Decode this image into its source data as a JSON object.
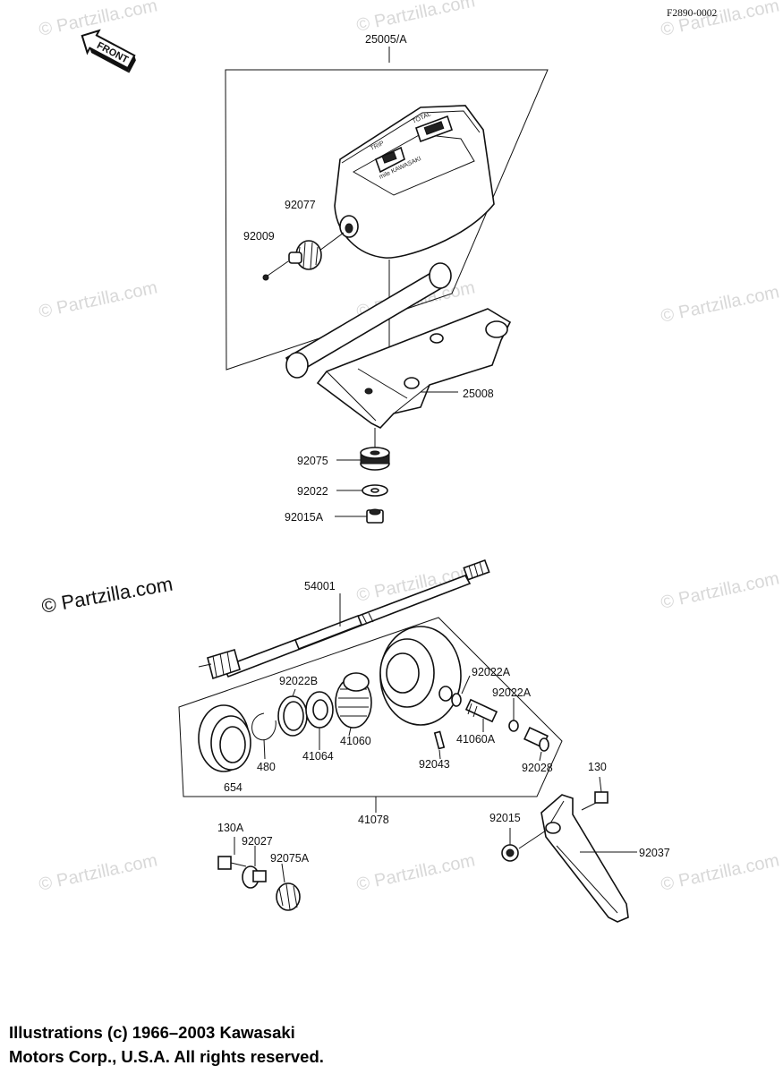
{
  "figure_id": "F2890-0002",
  "front_label": "FRONT",
  "watermark": "© Partzilla.com",
  "dial_labels": {
    "trip": "TRIP",
    "total": "TOTAL",
    "brand": "mile  KAWASAKI"
  },
  "parts": {
    "meter_assy": "25005/A",
    "knob": "92077",
    "knob_screw": "92009",
    "bracket": "25008",
    "grommet": "92075",
    "washer": "92022",
    "nut": "92015A",
    "cable": "54001",
    "gear_box_assy": "41078",
    "seal": "654",
    "circlip": "480",
    "washer_b": "92022B",
    "washer_41064": "41064",
    "gear": "41060",
    "pin": "92043",
    "pinion": "41060A",
    "washer_a1": "92022A",
    "washer_a2": "92022A",
    "bushing": "92028",
    "bolt": "130",
    "nut_92015": "92015",
    "stopper": "92037",
    "bolt_a": "130A",
    "collar": "92027",
    "grommet_a": "92075A"
  },
  "copyright": [
    "Illustrations (c) 1966–2003 Kawasaki",
    "Motors Corp., U.S.A.  All rights reserved."
  ]
}
